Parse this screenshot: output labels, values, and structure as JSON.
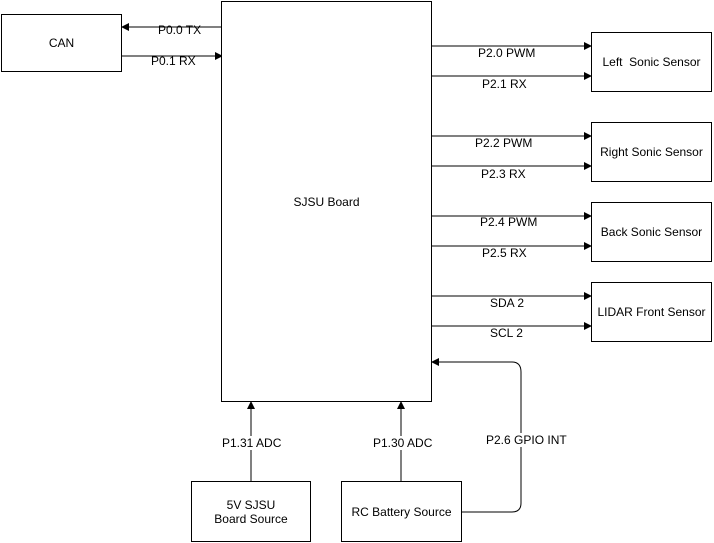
{
  "blocks": {
    "can": "CAN",
    "sjsu_board": "SJSU Board",
    "left_sonic": "Left  Sonic Sensor",
    "right_sonic": "Right Sonic Sensor",
    "back_sonic": "Back Sonic Sensor",
    "lidar_front": "LIDAR Front Sensor",
    "board_source": "5V SJSU Board Source",
    "battery_source": "RC Battery Source"
  },
  "signals": {
    "p0_0": "P0.0 TX",
    "p0_1": "P0.1 RX",
    "p2_0": "P2.0 PWM",
    "p2_1": "P2.1 RX",
    "p2_2": "P2.2 PWM",
    "p2_3": "P2.3 RX",
    "p2_4": "P2.4 PWM",
    "p2_5": "P2.5 RX",
    "sda2": "SDA 2",
    "scl2": "SCL 2",
    "p1_31": "P1.31 ADC",
    "p1_30": "P1.30 ADC",
    "p2_6": "P2.6 GPIO INT"
  },
  "colors": {
    "line": "#000000",
    "fill": "#ffffff"
  }
}
